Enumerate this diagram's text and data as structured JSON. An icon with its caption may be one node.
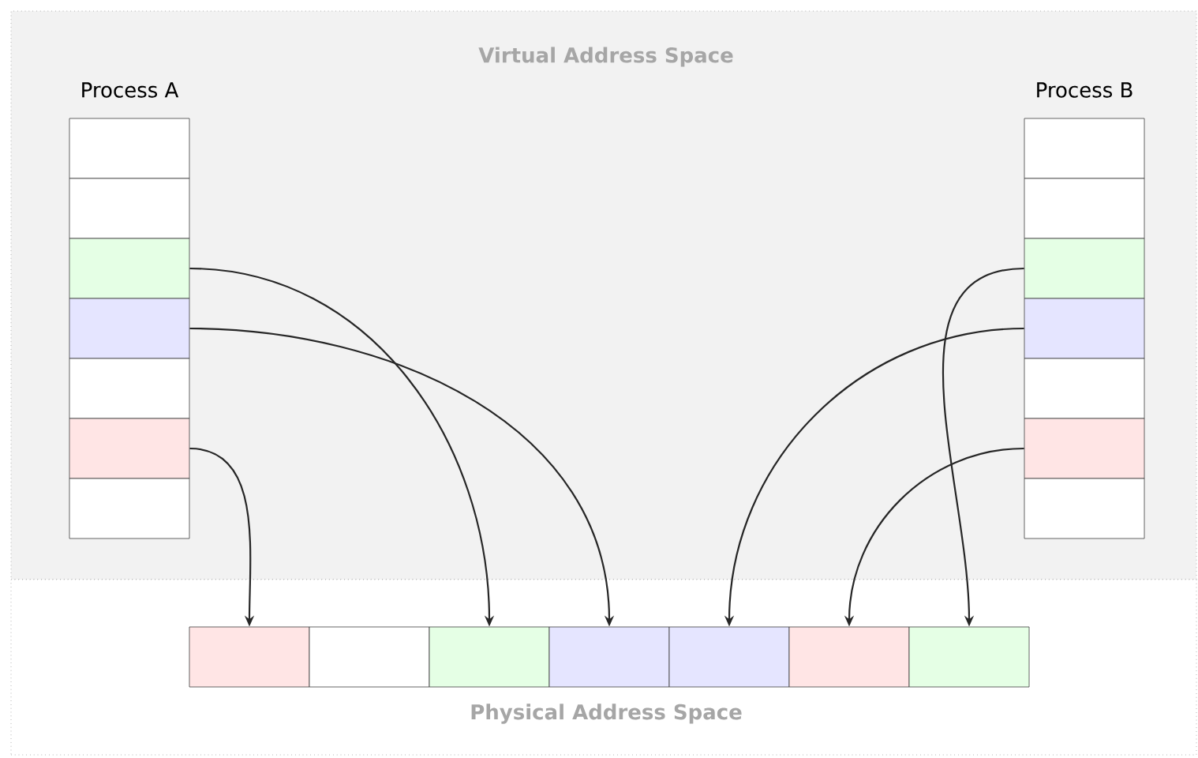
{
  "diagram": {
    "nodes": [
      {
        "text": [
          "Virtual Address Space"
        ]
      },
      {
        "text": [
          "Process A"
        ],
        "in": 0
      },
      {
        "text": [],
        "shape": "box",
        "in": 0
      },
      {
        "text": [],
        "shape": "box",
        "in": 0
      },
      {
        "text": [],
        "shape": "box",
        "in": 0
      },
      {
        "text": [],
        "shape": "box",
        "in": 0
      },
      {
        "text": [],
        "shape": "box",
        "in": 0
      },
      {
        "text": [],
        "shape": "box",
        "in": 0
      },
      {
        "text": [],
        "shape": "box",
        "in": 0
      },
      {
        "text": [
          "Process B"
        ],
        "in": 0
      },
      {
        "text": [],
        "shape": "box",
        "in": 0
      },
      {
        "text": [],
        "shape": "box",
        "in": 0
      },
      {
        "text": [],
        "shape": "box",
        "in": 0
      },
      {
        "text": [],
        "shape": "box",
        "in": 0
      },
      {
        "text": [],
        "shape": "box",
        "in": 0
      },
      {
        "text": [],
        "shape": "box",
        "in": 0
      },
      {
        "text": [],
        "shape": "box",
        "in": 0
      },
      {
        "text": [
          "Physical Address Space"
        ]
      },
      {
        "text": [],
        "shape": "box",
        "in": 17
      },
      {
        "text": [],
        "shape": "box",
        "in": 17
      },
      {
        "text": [],
        "shape": "box",
        "in": 17
      },
      {
        "text": [],
        "shape": "box",
        "in": 17
      },
      {
        "text": [],
        "shape": "box",
        "in": 17
      },
      {
        "text": [],
        "shape": "box",
        "in": 17
      },
      {
        "text": [],
        "shape": "box",
        "in": 17
      }
    ],
    "edges": [
      {
        "from": 7,
        "to": 18,
        "arrow": "to"
      },
      {
        "from": 4,
        "to": 20,
        "arrow": "to"
      },
      {
        "from": 5,
        "to": 21,
        "arrow": "to"
      },
      {
        "from": 13,
        "to": 22,
        "arrow": "to"
      },
      {
        "from": 15,
        "to": 23,
        "arrow": "to"
      },
      {
        "from": 12,
        "to": 24,
        "arrow": "to"
      }
    ]
  }
}
